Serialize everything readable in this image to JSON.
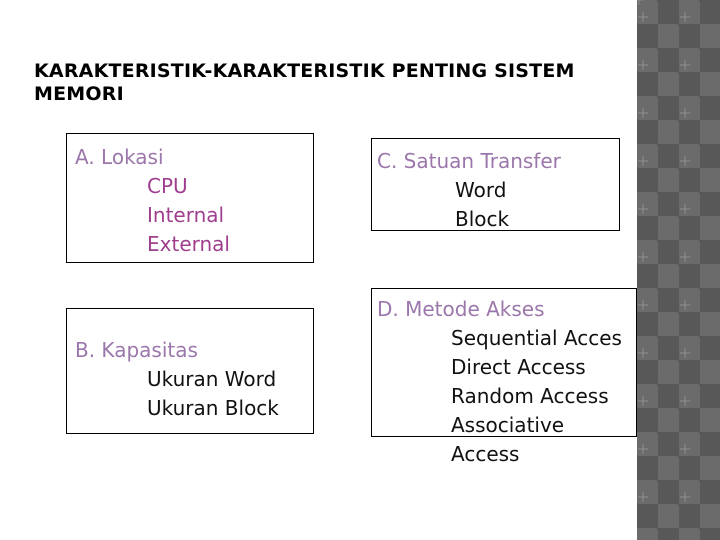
{
  "slide": {
    "title": "KARAKTERISTIK-KARAKTERISTIK PENTING SISTEM MEMORI",
    "colors": {
      "heading_purple": "#9b77ab",
      "sub_purple": "#9f3f8e",
      "body_black": "#111111",
      "box_border": "#000000",
      "background": "#ffffff",
      "deco_light_gray": "#6b6b6b",
      "deco_dark_gray": "#585858"
    }
  },
  "boxes": [
    {
      "id": "a",
      "heading": "A. Lokasi",
      "items": [
        "CPU",
        "Internal",
        "External"
      ]
    },
    {
      "id": "b",
      "heading": "B. Kapasitas",
      "items": [
        "Ukuran Word",
        "Ukuran Block"
      ]
    },
    {
      "id": "c",
      "heading": "C.      Satuan Transfer",
      "items": [
        "Word",
        "Block"
      ]
    },
    {
      "id": "d",
      "heading": "D. Metode Akses",
      "items": [
        "Sequential Acces",
        "Direct Access",
        "Random Access",
        "Associative Access"
      ]
    }
  ],
  "decoration": {
    "name": "argyle-diamond-pattern-panel"
  }
}
